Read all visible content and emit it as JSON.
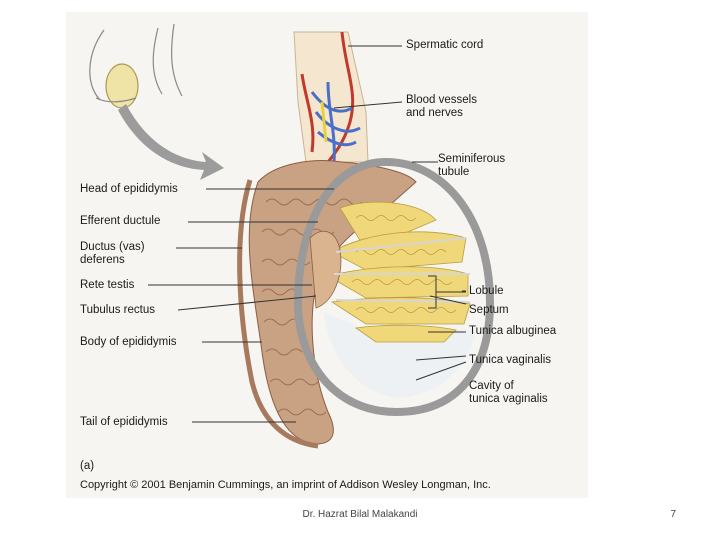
{
  "figure": {
    "labels": {
      "spermatic_cord": "Spermatic cord",
      "blood_vessels": "Blood vessels\nand nerves",
      "seminiferous_tubule": "Seminiferous\ntubule",
      "head_epididymis": "Head of epididymis",
      "efferent_ductule": "Efferent ductule",
      "ductus_deferens": "Ductus (vas)\ndeferens",
      "rete_testis": "Rete testis",
      "tubulus_rectus": "Tubulus rectus",
      "lobule": "Lobule",
      "septum": "Septum",
      "tunica_albuginea": "Tunica albuginea",
      "tunica_vaginalis": "Tunica vaginalis",
      "body_epididymis": "Body of epididymis",
      "cavity_tunica": "Cavity of\ntunica vaginalis",
      "tail_epididymis": "Tail of epididymis",
      "panel": "(a)"
    },
    "copyright": "Copyright © 2001 Benjamin Cummings, an imprint of Addison Wesley Longman, Inc.",
    "colors": {
      "epididymis": "#c9a183",
      "testis_shell": "#9a9a9a",
      "tubules": "#f0d77a",
      "artery": "#c0392b",
      "vein": "#4a6fc9",
      "cord": "#f5e6cf"
    }
  },
  "footer": {
    "author": "Dr. Hazrat Bilal Malakandi",
    "page": "7"
  }
}
